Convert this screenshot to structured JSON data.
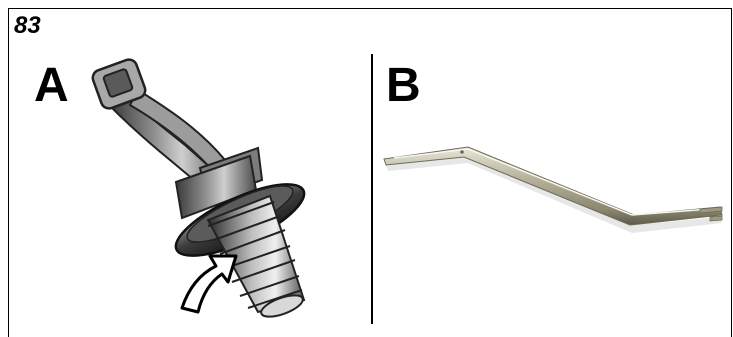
{
  "figure": {
    "number": "83"
  },
  "panels": [
    {
      "letter": "A",
      "subject": "plastic-clip-icon"
    },
    {
      "letter": "B",
      "subject": "pry-tool-icon"
    }
  ]
}
